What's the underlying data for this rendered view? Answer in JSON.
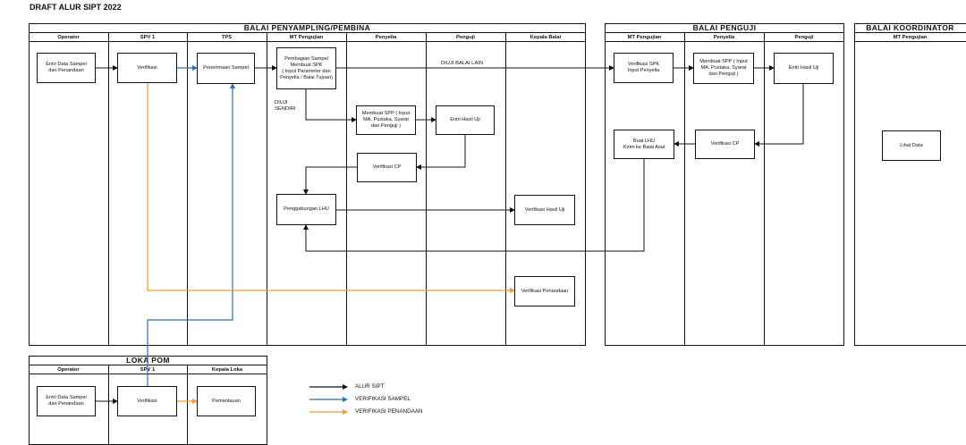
{
  "title": "DRAFT ALUR SIPT 2022",
  "lanes": {
    "balai_penyampling": {
      "title": "BALAI PENYAMPLING/PEMBINA",
      "columns": [
        "Operator",
        "SPV 1",
        "TPS",
        "MT Pengujian",
        "Penyelia",
        "Penguji",
        "Kepala Balai"
      ]
    },
    "balai_penguji": {
      "title": "BALAI PENGUJI",
      "columns": [
        "MT Pengujian",
        "Penyelia",
        "Penguji"
      ]
    },
    "balai_koordinator": {
      "title": "BALAI KOORDINATOR",
      "columns": [
        "MT Pengujian"
      ]
    },
    "loka_pom": {
      "title": "LOKA POM",
      "columns": [
        "Operator",
        "SPV 1",
        "Kepala Loka"
      ]
    }
  },
  "nodes": {
    "entri_data_1": "Entri Data Sampel\ndan Penandaan",
    "verifikasi_1": "Verifikasi",
    "penerimaan_sampel": "Penerimaan Sampel",
    "pembagian_sampel": "Pembagian Sampel\nMembuat SPK\n( Input Parameter dan\nPenyelia / Balai Tujuan)",
    "membuat_spp_1": "Membuat SPP ( Input\nMA, Pustaka, Syarat\ndan Penguji )",
    "entri_hasil_uji_1": "Entri Hasil Uji",
    "verifikasi_cp_1": "Verifikasi CP",
    "penggabungan_lhu": "Penggabungan LHU",
    "verifikasi_hasil_uji": "Verifikasi Hasil Uji",
    "verifikasi_penandaan": "Verifikasi Penandaan",
    "verifikasi_spk": "Verifikasi SPK\nInput Penyelia",
    "membuat_spp_2": "Membuat SPP ( Input\nMA, Pustaka, Syarat\ndan Penguji )",
    "entri_hasil_uji_2": "Entri Hasil Uji",
    "buat_lhu": "Buat LHU\nKirim ke Balai Asal",
    "verifikasi_cp_2": "Verifikasi CP",
    "lihat_data": "Lihat Data",
    "entri_data_2": "Entri Data Sampel\ndan Penandaan",
    "verifikasi_2": "Verifikasi",
    "pemantauan": "Pemantauan"
  },
  "labels": {
    "diuji_balai_lain": "DIUJI BALAI LAIN",
    "diuji_sendiri": "DIUJI\nSENDIRI"
  },
  "legend": {
    "items": [
      {
        "label": "ALUR SIPT",
        "color": "#111111"
      },
      {
        "label": "VERIFIKASI SAMPEL",
        "color": "#2f6eb5"
      },
      {
        "label": "VERIFIKASI PENANDAAN",
        "color": "#f39a2b"
      }
    ]
  }
}
